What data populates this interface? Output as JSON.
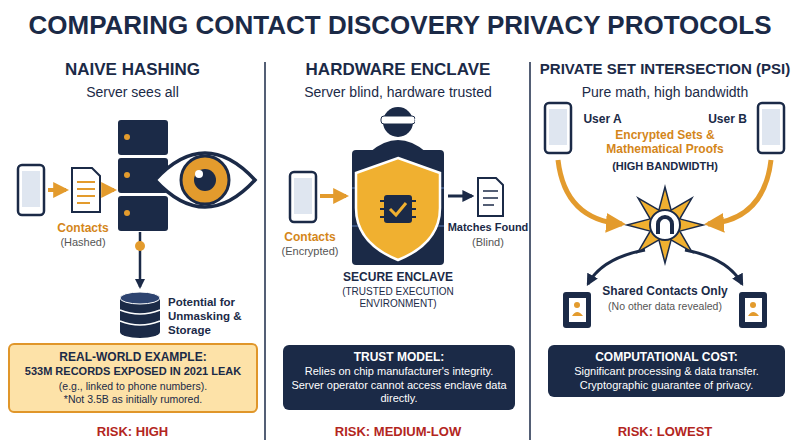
{
  "diagram": {
    "title": "COMPARING CONTACT DISCOVERY PRIVACY PROTOCOLS",
    "nodes": [
      {
        "text": [
          "REAL-WORLD EXAMPLE:",
          "533M RECORDS EXPOSED IN 2021 LEAK",
          "(e.g., linked to phone numbers).",
          "*Not 3.5B as initially rumored."
        ]
      },
      {
        "text": [
          "TRUST MODEL:",
          "Relies on chip manufacturer's integrity. Server operator cannot access enclave data directly."
        ]
      },
      {
        "text": [
          "COMPUTATIONAL COST:",
          "Significant processing & data transfer. Cryptographic guarantee of privacy."
        ]
      }
    ],
    "labels": [
      "NAIVE HASHING",
      "Server sees all",
      "HARDWARE ENCLAVE",
      "Server blind, hardware trusted",
      "PRIVATE SET INTERSECTION (PSI)",
      "Pure math, high bandwidth",
      "Contacts",
      "(Hashed)",
      "Potential for Unmasking & Storage",
      "Contacts",
      "(Encrypted)",
      "Matches Found",
      "(Blind)",
      "SECURE ENCLAVE",
      "(TRUSTED EXECUTION ENVIRONMENT)",
      "User A",
      "User B",
      "Encrypted Sets & Mathematical Proofs",
      "(HIGH BANDWIDTH)",
      "Shared Contacts Only",
      "(No other data revealed)",
      "RISK: HIGH",
      "RISK: MEDIUM-LOW",
      "RISK: LOWEST"
    ]
  }
}
